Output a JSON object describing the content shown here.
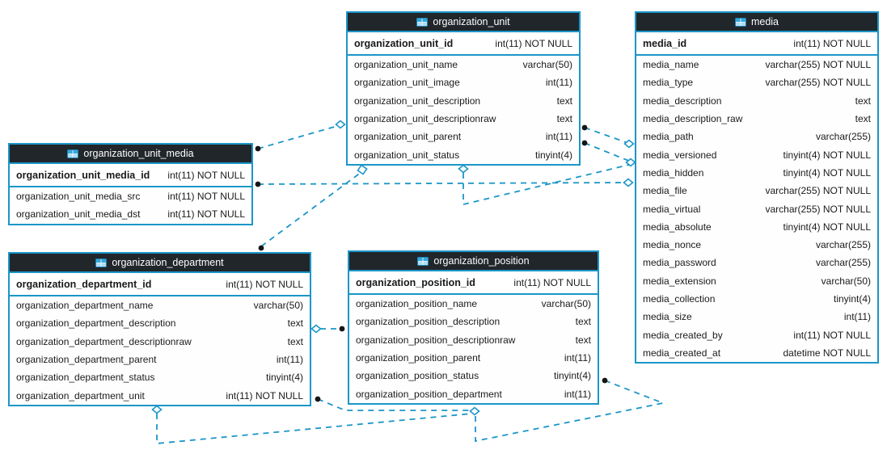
{
  "diagram": {
    "kind": "er-schema-diagram",
    "background_color": "#ffffff",
    "accent_color": "#1b96c8",
    "header_color": "#21262b",
    "line_style": "dashed"
  },
  "tables": [
    {
      "name": "organization_unit",
      "icon": "table-icon",
      "primary_key": {
        "name": "organization_unit_id",
        "type": "int(11) NOT NULL"
      },
      "columns": [
        {
          "name": "organization_unit_name",
          "type": "varchar(50)"
        },
        {
          "name": "organization_unit_image",
          "type": "int(11)"
        },
        {
          "name": "organization_unit_description",
          "type": "text"
        },
        {
          "name": "organization_unit_descriptionraw",
          "type": "text"
        },
        {
          "name": "organization_unit_parent",
          "type": "int(11)"
        },
        {
          "name": "organization_unit_status",
          "type": "tinyint(4)"
        }
      ]
    },
    {
      "name": "media",
      "icon": "table-icon",
      "primary_key": {
        "name": "media_id",
        "type": "int(11) NOT NULL"
      },
      "columns": [
        {
          "name": "media_name",
          "type": "varchar(255) NOT NULL"
        },
        {
          "name": "media_type",
          "type": "varchar(255) NOT NULL"
        },
        {
          "name": "media_description",
          "type": "text"
        },
        {
          "name": "media_description_raw",
          "type": "text"
        },
        {
          "name": "media_path",
          "type": "varchar(255)"
        },
        {
          "name": "media_versioned",
          "type": "tinyint(4) NOT NULL"
        },
        {
          "name": "media_hidden",
          "type": "tinyint(4) NOT NULL"
        },
        {
          "name": "media_file",
          "type": "varchar(255) NOT NULL"
        },
        {
          "name": "media_virtual",
          "type": "varchar(255) NOT NULL"
        },
        {
          "name": "media_absolute",
          "type": "tinyint(4) NOT NULL"
        },
        {
          "name": "media_nonce",
          "type": "varchar(255)"
        },
        {
          "name": "media_password",
          "type": "varchar(255)"
        },
        {
          "name": "media_extension",
          "type": "varchar(50)"
        },
        {
          "name": "media_collection",
          "type": "tinyint(4)"
        },
        {
          "name": "media_size",
          "type": "int(11)"
        },
        {
          "name": "media_created_by",
          "type": "int(11) NOT NULL"
        },
        {
          "name": "media_created_at",
          "type": "datetime NOT NULL"
        }
      ]
    },
    {
      "name": "organization_unit_media",
      "icon": "table-icon",
      "primary_key": {
        "name": "organization_unit_media_id",
        "type": "int(11) NOT NULL"
      },
      "columns": [
        {
          "name": "organization_unit_media_src",
          "type": "int(11) NOT NULL"
        },
        {
          "name": "organization_unit_media_dst",
          "type": "int(11) NOT NULL"
        }
      ]
    },
    {
      "name": "organization_department",
      "icon": "table-icon",
      "primary_key": {
        "name": "organization_department_id",
        "type": "int(11) NOT NULL"
      },
      "columns": [
        {
          "name": "organization_department_name",
          "type": "varchar(50)"
        },
        {
          "name": "organization_department_description",
          "type": "text"
        },
        {
          "name": "organization_department_descriptionraw",
          "type": "text"
        },
        {
          "name": "organization_department_parent",
          "type": "int(11)"
        },
        {
          "name": "organization_department_status",
          "type": "tinyint(4)"
        },
        {
          "name": "organization_department_unit",
          "type": "int(11) NOT NULL"
        }
      ]
    },
    {
      "name": "organization_position",
      "icon": "table-icon",
      "primary_key": {
        "name": "organization_position_id",
        "type": "int(11) NOT NULL"
      },
      "columns": [
        {
          "name": "organization_position_name",
          "type": "varchar(50)"
        },
        {
          "name": "organization_position_description",
          "type": "text"
        },
        {
          "name": "organization_position_descriptionraw",
          "type": "text"
        },
        {
          "name": "organization_position_parent",
          "type": "int(11)"
        },
        {
          "name": "organization_position_status",
          "type": "tinyint(4)"
        },
        {
          "name": "organization_position_department",
          "type": "int(11)"
        }
      ]
    }
  ],
  "relationships": [
    {
      "from": "organization_unit_media",
      "to": "organization_unit",
      "from_marker": "dot",
      "to_marker": "diamond"
    },
    {
      "from": "organization_unit_media",
      "to": "media",
      "from_marker": "dot",
      "to_marker": "diamond"
    },
    {
      "from": "organization_department",
      "to": "organization_unit",
      "from_marker": "dot",
      "to_marker": "square"
    },
    {
      "from": "organization_unit",
      "to": "media",
      "from_marker": "dot",
      "to_marker": "diamond"
    },
    {
      "from": "organization_unit",
      "to": "media",
      "from_marker": "dot",
      "to_marker": "diamond"
    },
    {
      "from": "organization_unit",
      "to": "media",
      "from_marker": "diamond",
      "to_marker": "none"
    },
    {
      "from": "organization_position",
      "to": "organization_department",
      "from_marker": "dot",
      "to_marker": "diamond"
    },
    {
      "from": "organization_position",
      "to": "organization_position",
      "from_marker": "dot",
      "to_marker": "diamond"
    },
    {
      "from": "organization_department",
      "to": "organization_position",
      "from_marker": "diamond",
      "to_marker": "none"
    },
    {
      "from": "organization_department",
      "to": "organization_position",
      "from_marker": "dot",
      "to_marker": "none"
    }
  ]
}
